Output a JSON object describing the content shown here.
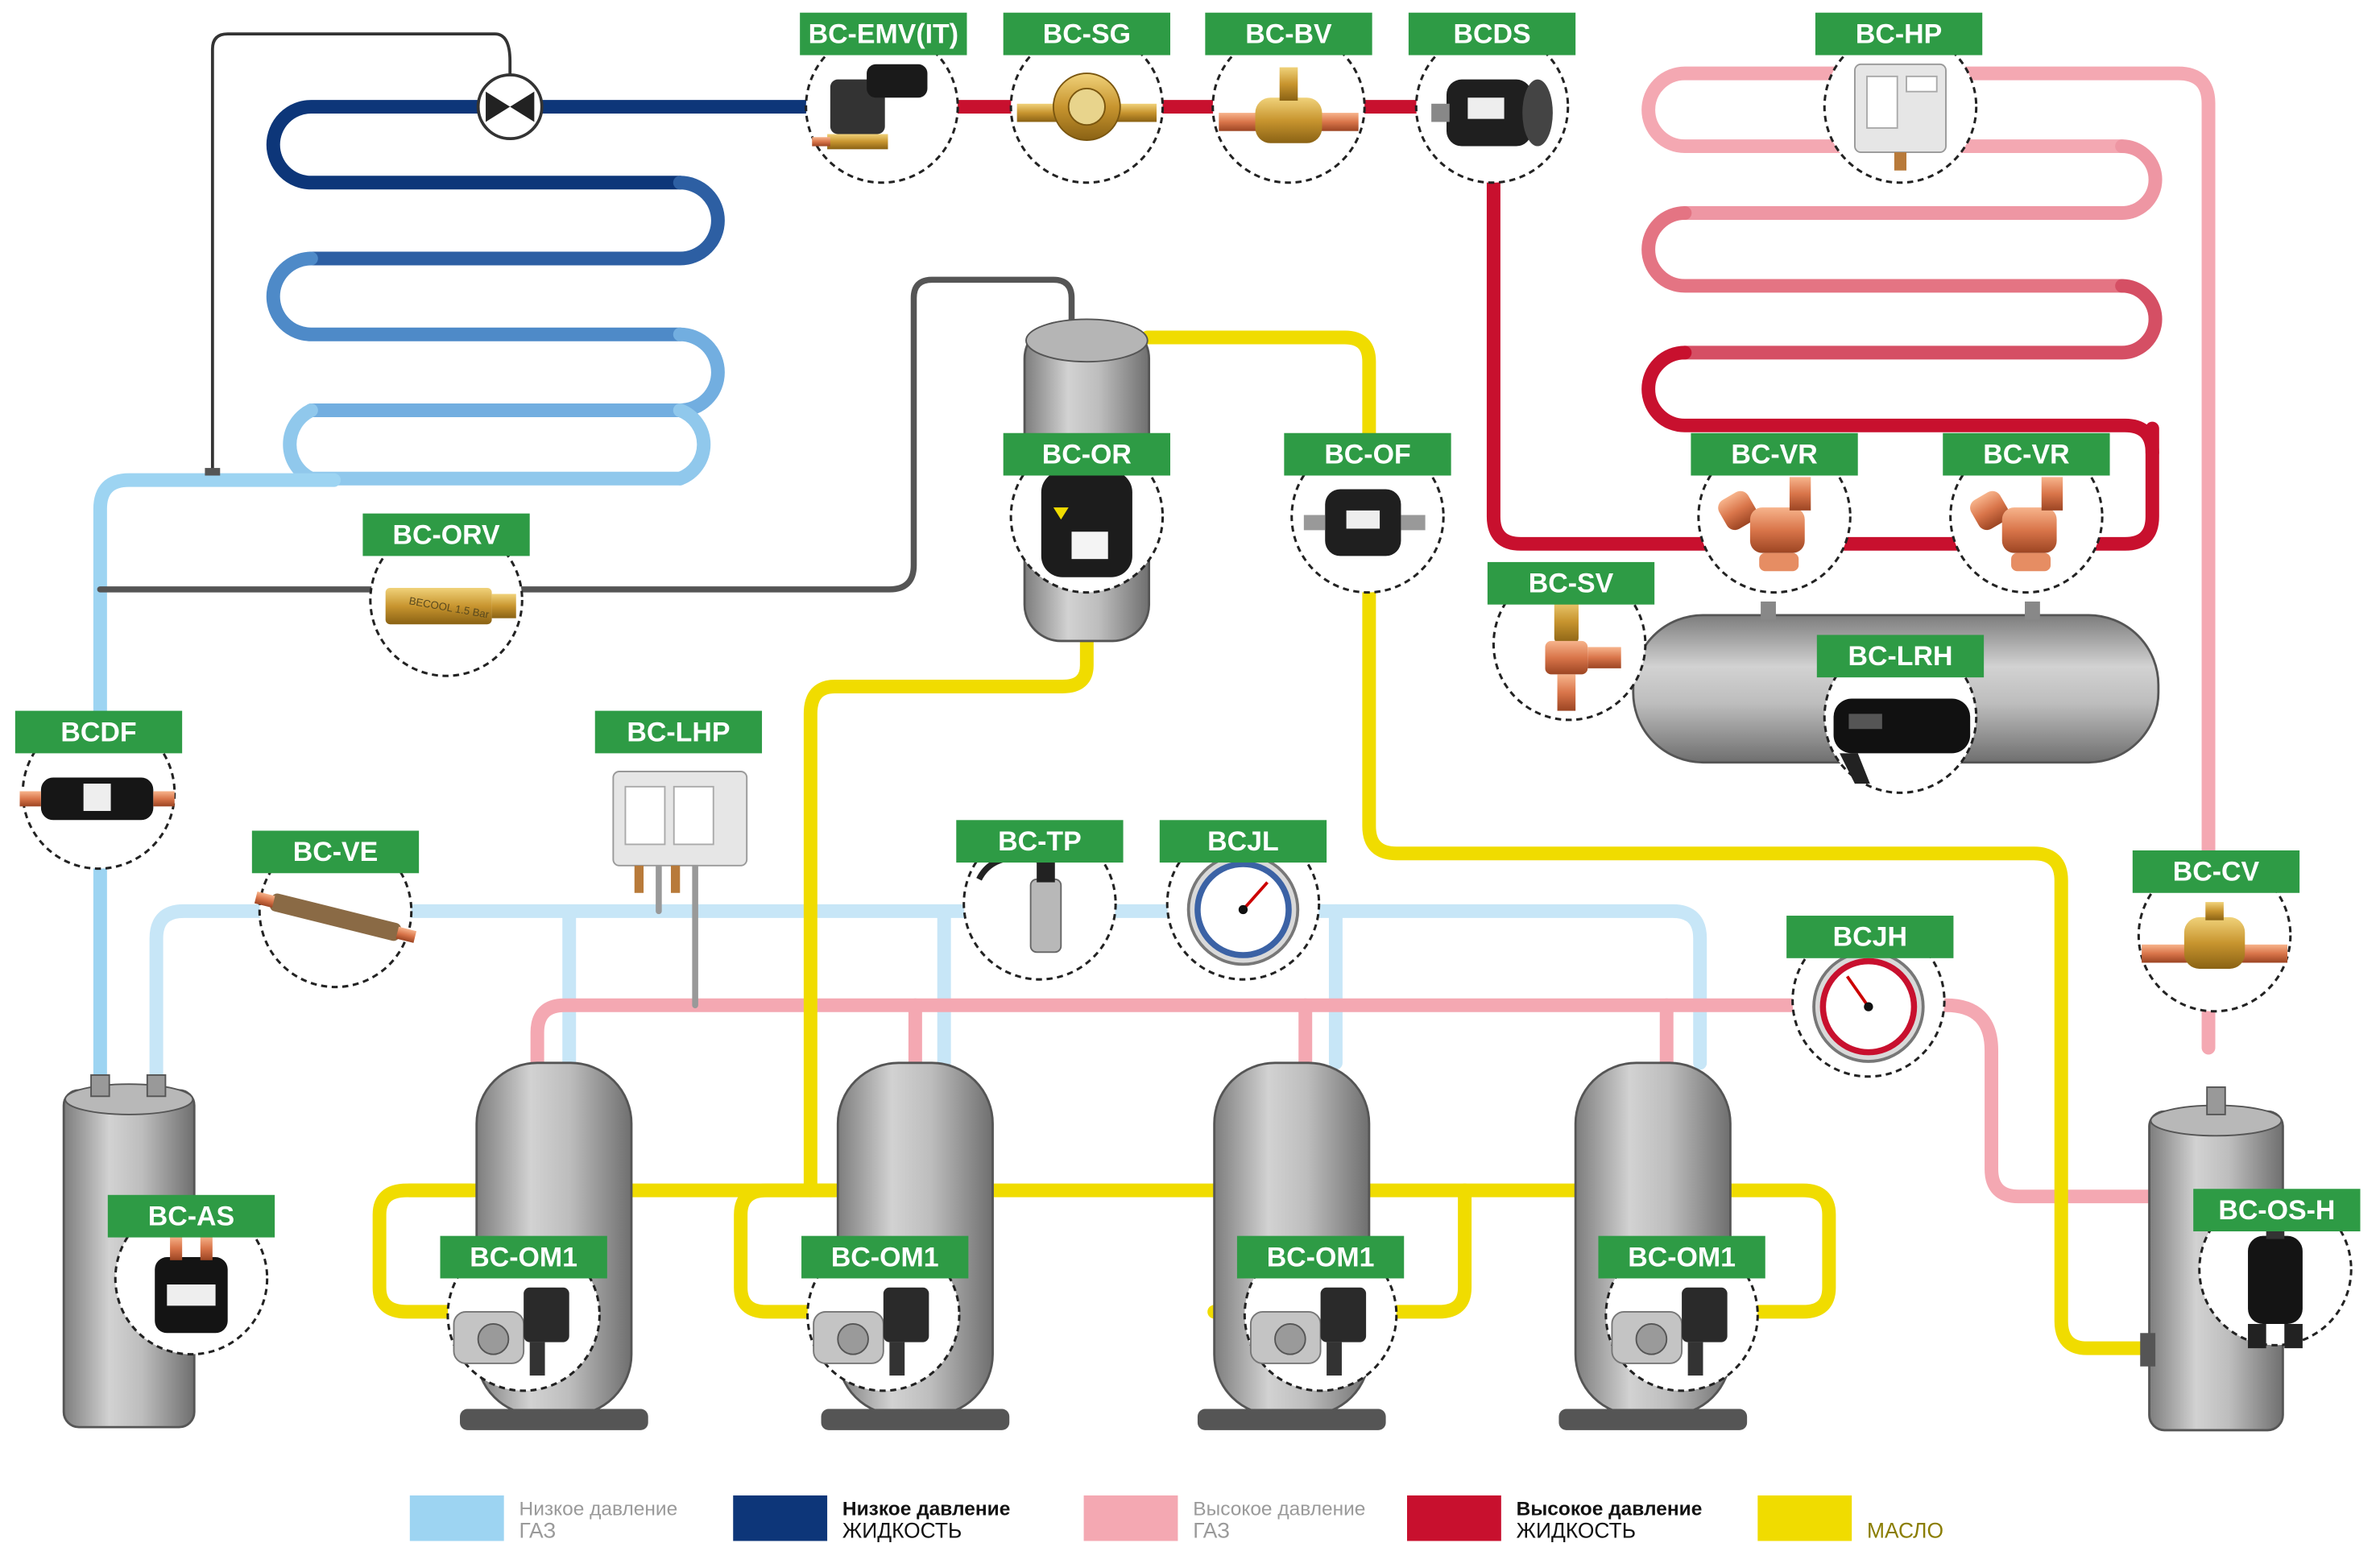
{
  "colors": {
    "low_gas": "#9dd4f2",
    "low_liquid": "#0d3679",
    "high_gas": "#f4a8b2",
    "high_liquid": "#c8102e",
    "oil": "#f0dc00",
    "signal": "#555555",
    "label_bg": "#2e9b45",
    "vessel": "#a9a9a9"
  },
  "components": [
    {
      "id": "bc-emv",
      "label": "BC-EMV(IT)",
      "icon": "solenoid-valve-icon"
    },
    {
      "id": "bc-sg",
      "label": "BC-SG",
      "icon": "sight-glass-icon"
    },
    {
      "id": "bc-bv",
      "label": "BC-BV",
      "icon": "ball-valve-icon"
    },
    {
      "id": "bcds",
      "label": "BCDS",
      "icon": "filter-drier-shell-icon"
    },
    {
      "id": "bc-hp",
      "label": "BC-HP",
      "icon": "pressure-switch-icon"
    },
    {
      "id": "bc-or",
      "label": "BC-OR",
      "icon": "oil-reservoir-icon"
    },
    {
      "id": "bc-of",
      "label": "BC-OF",
      "icon": "oil-filter-icon"
    },
    {
      "id": "bc-vr1",
      "label": "BC-VR",
      "icon": "rotalock-valve-icon"
    },
    {
      "id": "bc-vr2",
      "label": "BC-VR",
      "icon": "rotalock-valve-icon"
    },
    {
      "id": "bc-orv",
      "label": "BC-ORV",
      "icon": "check-valve-icon",
      "print": "BECOOL 1.5 Bar"
    },
    {
      "id": "bc-sv",
      "label": "BC-SV",
      "icon": "safety-valve-icon"
    },
    {
      "id": "bc-lrh",
      "label": "BC-LRH",
      "icon": "receiver-heater-icon"
    },
    {
      "id": "bcdf",
      "label": "BCDF",
      "icon": "filter-drier-icon"
    },
    {
      "id": "bc-lhp",
      "label": "BC-LHP",
      "icon": "dual-pressure-switch-icon"
    },
    {
      "id": "bc-ve",
      "label": "BC-VE",
      "icon": "vibration-eliminator-icon"
    },
    {
      "id": "bc-tp",
      "label": "BC-TP",
      "icon": "pressure-transducer-icon"
    },
    {
      "id": "bcjl",
      "label": "BCJL",
      "icon": "low-pressure-gauge-icon"
    },
    {
      "id": "bc-cv",
      "label": "BC-CV",
      "icon": "check-valve-body-icon"
    },
    {
      "id": "bcjh",
      "label": "BCJH",
      "icon": "high-pressure-gauge-icon"
    },
    {
      "id": "bc-as",
      "label": "BC-AS",
      "icon": "suction-accumulator-icon"
    },
    {
      "id": "bc-om1a",
      "label": "BC-OM1",
      "icon": "oil-level-regulator-icon"
    },
    {
      "id": "bc-om1b",
      "label": "BC-OM1",
      "icon": "oil-level-regulator-icon"
    },
    {
      "id": "bc-om1c",
      "label": "BC-OM1",
      "icon": "oil-level-regulator-icon"
    },
    {
      "id": "bc-om1d",
      "label": "BC-OM1",
      "icon": "oil-level-regulator-icon"
    },
    {
      "id": "bc-os-h",
      "label": "BC-OS-H",
      "icon": "oil-separator-icon"
    }
  ],
  "legend": [
    {
      "line1": "Низкое давление",
      "line2": "ГАЗ",
      "color": "#9dd4f2",
      "text_color": "#9a9a9a"
    },
    {
      "line1": "Низкое давление",
      "line2": "ЖИДКОСТЬ",
      "color": "#0d3679",
      "text_color": "#111111"
    },
    {
      "line1": "Высокое давление",
      "line2": "ГАЗ",
      "color": "#f4a8b2",
      "text_color": "#9a9a9a"
    },
    {
      "line1": "Высокое давление",
      "line2": "ЖИДКОСТЬ",
      "color": "#c8102e",
      "text_color": "#111111"
    },
    {
      "line1": "",
      "line2": "МАСЛО",
      "color": "#f0dc00",
      "text_color": "#8a7d00"
    }
  ]
}
